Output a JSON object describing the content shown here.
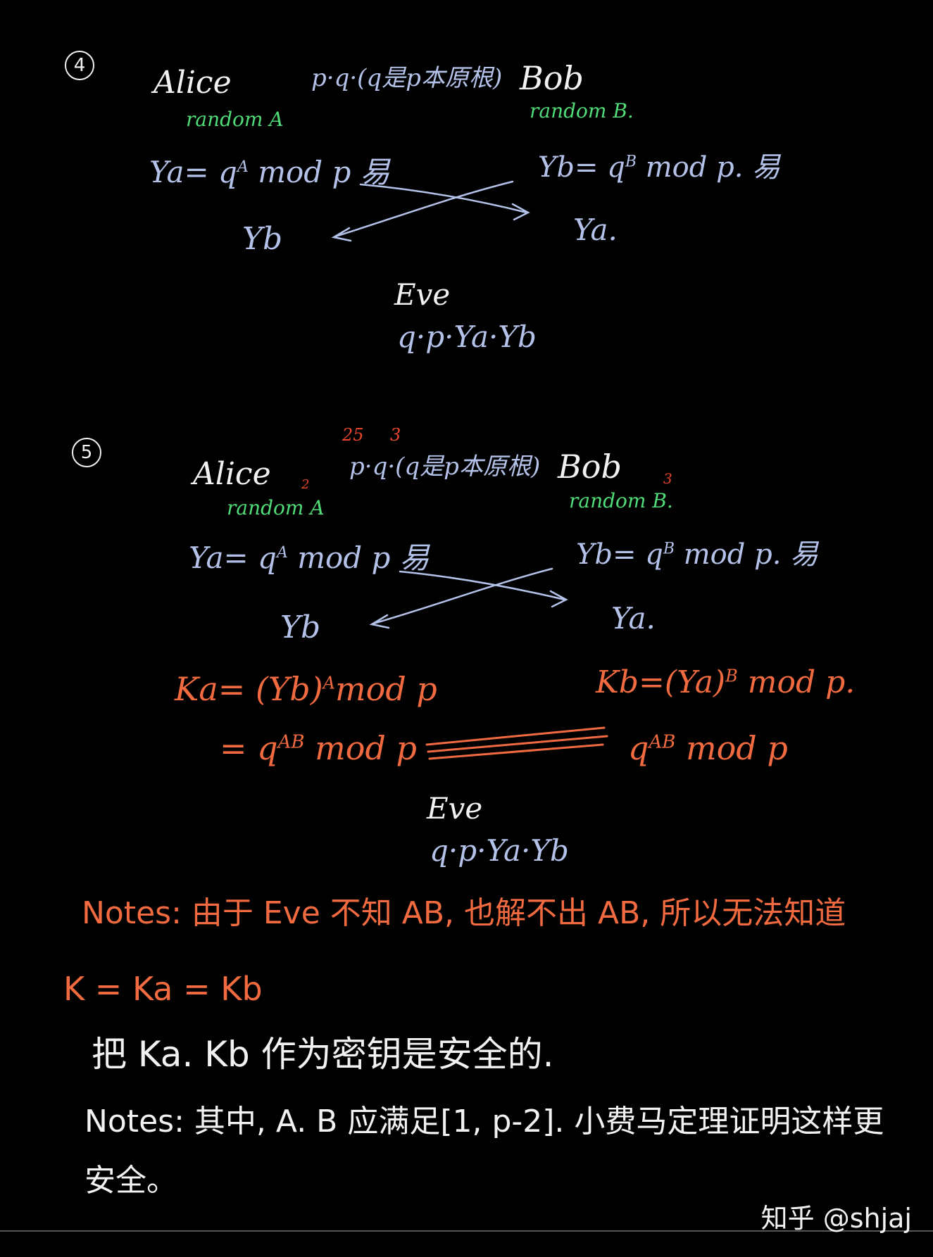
{
  "section4": {
    "number": "4",
    "alice": "Alice",
    "params": "p·q·(q是p本原根)",
    "bob": "Bob",
    "random_a": "random A",
    "random_b": "random B.",
    "ya_eq": "Ya= q",
    "ya_sup": "A",
    "ya_rest": "mod p 易",
    "yb_eq": "Yb= q",
    "yb_sup": "B",
    "yb_rest": "mod p. 易",
    "alice_recv": "Yb",
    "bob_recv": "Ya.",
    "eve": "Eve",
    "eve_knows": "q·p·Ya·Yb"
  },
  "section5": {
    "number": "5",
    "alice": "Alice",
    "params": "p·q·(q是p本原根)",
    "p_example": "25",
    "q_example": "3",
    "bob": "Bob",
    "random_a": "random A",
    "a_example": "2",
    "random_b": "random B.",
    "b_example": "3",
    "ya_eq": "Ya= q",
    "ya_sup": "A",
    "ya_rest": "mod p 易",
    "yb_eq": "Yb= q",
    "yb_sup": "B",
    "yb_rest": "mod p. 易",
    "alice_recv": "Yb",
    "bob_recv": "Ya.",
    "ka_eq": "Ka= (Yb)",
    "ka_sup": "A",
    "ka_rest": "mod p",
    "kb_eq": "Kb=(Ya)",
    "kb_sup": "B",
    "kb_rest": "mod p.",
    "ka_result_pre": "= q",
    "ka_result_sup": "AB",
    "ka_result_rest": "mod p",
    "kb_result_pre": "q",
    "kb_result_sup": "AB",
    "kb_result_rest": "mod p",
    "eve": "Eve",
    "eve_knows": "q·p·Ya·Yb"
  },
  "notes": {
    "note1": "Notes: 由于 Eve 不知 AB, 也解不出 AB, 所以无法知道",
    "note1_cont": "K = Ka = Kb",
    "note2": "把 Ka. Kb 作为密钥是安全的.",
    "note3": "Notes: 其中, A. B 应满足[1, p-2]. 小费马定理证明这样更",
    "note3_cont": "安全。"
  },
  "watermark": "知乎 @shjaj"
}
